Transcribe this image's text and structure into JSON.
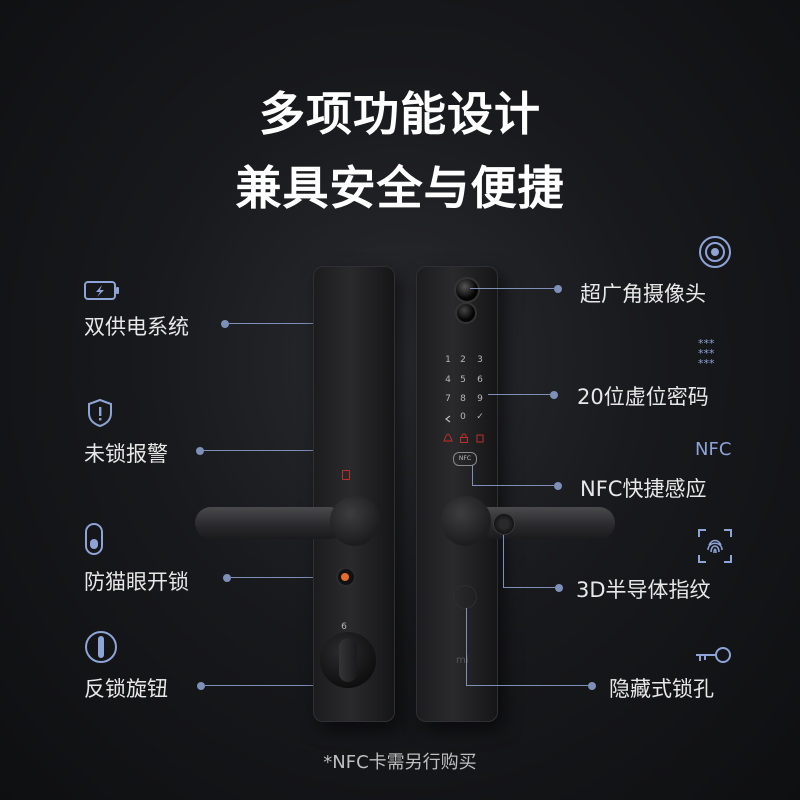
{
  "title_line1": "多项功能设计",
  "title_line2": "兼具安全与便捷",
  "features_left": [
    {
      "label": "双供电系统",
      "icon": "battery-icon"
    },
    {
      "label": "未锁报警",
      "icon": "shield-alert-icon"
    },
    {
      "label": "防猫眼开锁",
      "icon": "peephole-icon"
    },
    {
      "label": "反锁旋钮",
      "icon": "knob-icon"
    }
  ],
  "features_right": [
    {
      "label": "超广角摄像头",
      "icon": "camera-icon"
    },
    {
      "label": "20位虚位密码",
      "icon": "password-stars-icon"
    },
    {
      "label": "NFC快捷感应",
      "icon": "nfc-icon",
      "icon_text": "NFC"
    },
    {
      "label": "3D半导体指纹",
      "icon": "fingerprint-icon"
    },
    {
      "label": "隐藏式锁孔",
      "icon": "key-icon"
    }
  ],
  "keypad": [
    "1",
    "2",
    "3",
    "4",
    "5",
    "6",
    "7",
    "8",
    "9",
    "0",
    "✓"
  ],
  "nfc_badge": "NFC",
  "back_mark": "6",
  "brand_mark": "mi",
  "footnote": "*NFC卡需另行购买",
  "colors": {
    "accent": "#7e8fb8",
    "icon_blue": "#8ea3d6",
    "alert_red": "#c0302a"
  }
}
